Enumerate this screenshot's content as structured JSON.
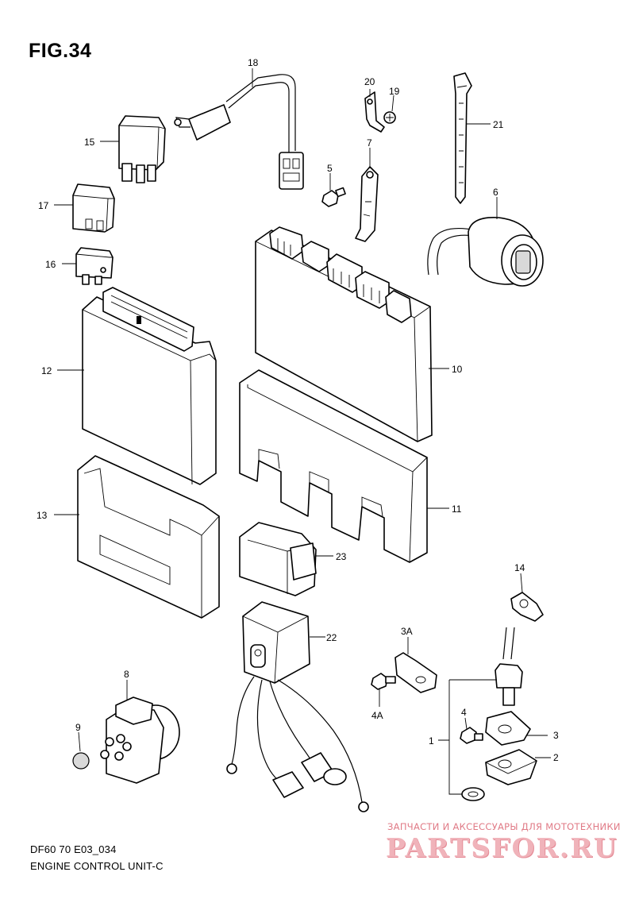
{
  "figure": {
    "title": "FIG.34",
    "footer_code": "DF60 70 E03_034",
    "footer_name": "ENGINE CONTROL UNIT-C"
  },
  "watermark": {
    "tagline": "ЗАПЧАСТИ И АКСЕССУАРЫ ДЛЯ МОТОТЕХНИКИ",
    "brand": "PARTSFOR.RU"
  },
  "callouts": {
    "c1": "1",
    "c2": "2",
    "c3": "3",
    "c3a": "3A",
    "c4": "4",
    "c4a": "4A",
    "c5": "5",
    "c6": "6",
    "c7": "7",
    "c8": "8",
    "c9": "9",
    "c10": "10",
    "c11": "11",
    "c12": "12",
    "c13": "13",
    "c14": "14",
    "c15": "15",
    "c16": "16",
    "c17": "17",
    "c18": "18",
    "c19": "19",
    "c20": "20",
    "c21": "21",
    "c22": "22",
    "c23": "23"
  }
}
